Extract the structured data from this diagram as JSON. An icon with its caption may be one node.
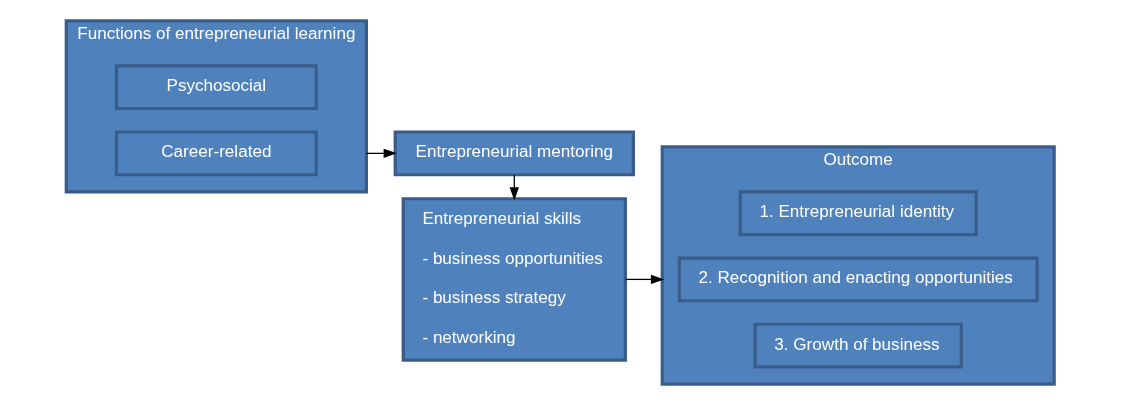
{
  "diagram": {
    "nodes": [
      {
        "text": [
          "Functions of entrepreneurial learning"
        ]
      },
      {
        "text": [
          "Psychosocial"
        ],
        "in": 0
      },
      {
        "text": [
          "Career-related"
        ],
        "in": 0
      },
      {
        "text": [
          "Entrepreneurial mentoring"
        ]
      },
      {
        "text": [
          "Entrepreneurial skills",
          "- business opportunities",
          "- business strategy",
          "- networking"
        ]
      },
      {
        "text": [
          "Outcome"
        ]
      },
      {
        "text": [
          "1. Entrepreneurial identity"
        ],
        "in": 5
      },
      {
        "text": [
          "2. Recognition and enacting opportunities"
        ],
        "in": 5
      },
      {
        "text": [
          "3. Growth of business"
        ],
        "in": 5
      }
    ],
    "edges": [
      {
        "from": 0,
        "to": 3,
        "arrow": "to"
      },
      {
        "from": 3,
        "to": 4,
        "arrow": "to"
      },
      {
        "from": 4,
        "to": 5,
        "arrow": "to"
      }
    ]
  }
}
